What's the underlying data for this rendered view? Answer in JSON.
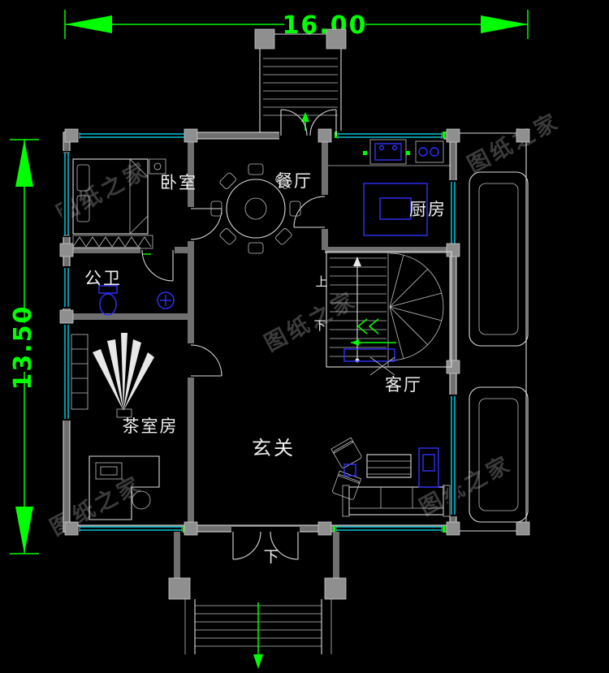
{
  "dimensions": {
    "width": "16.00",
    "height": "13.50"
  },
  "rooms": {
    "bedroom": "卧室",
    "dining_room": "餐厅",
    "kitchen": "厨房",
    "bathroom": "公卫",
    "tea_room": "茶室房",
    "foyer": "玄关",
    "living_room": "客厅"
  },
  "stairs": {
    "up": "上",
    "down": "下"
  },
  "entrance": {
    "down_label": "下"
  },
  "watermark": {
    "text": "图纸之家"
  },
  "colors": {
    "background": "#000000",
    "dimension_green": "#00ff00",
    "window_cyan": "#00e5ff",
    "furniture_blue": "#3030ff",
    "wall_gray": "#6f6f6f",
    "column_gray": "#8f8f8f",
    "line_white": "#e8e8e8",
    "watermark_gray": "#3b3b3b"
  }
}
